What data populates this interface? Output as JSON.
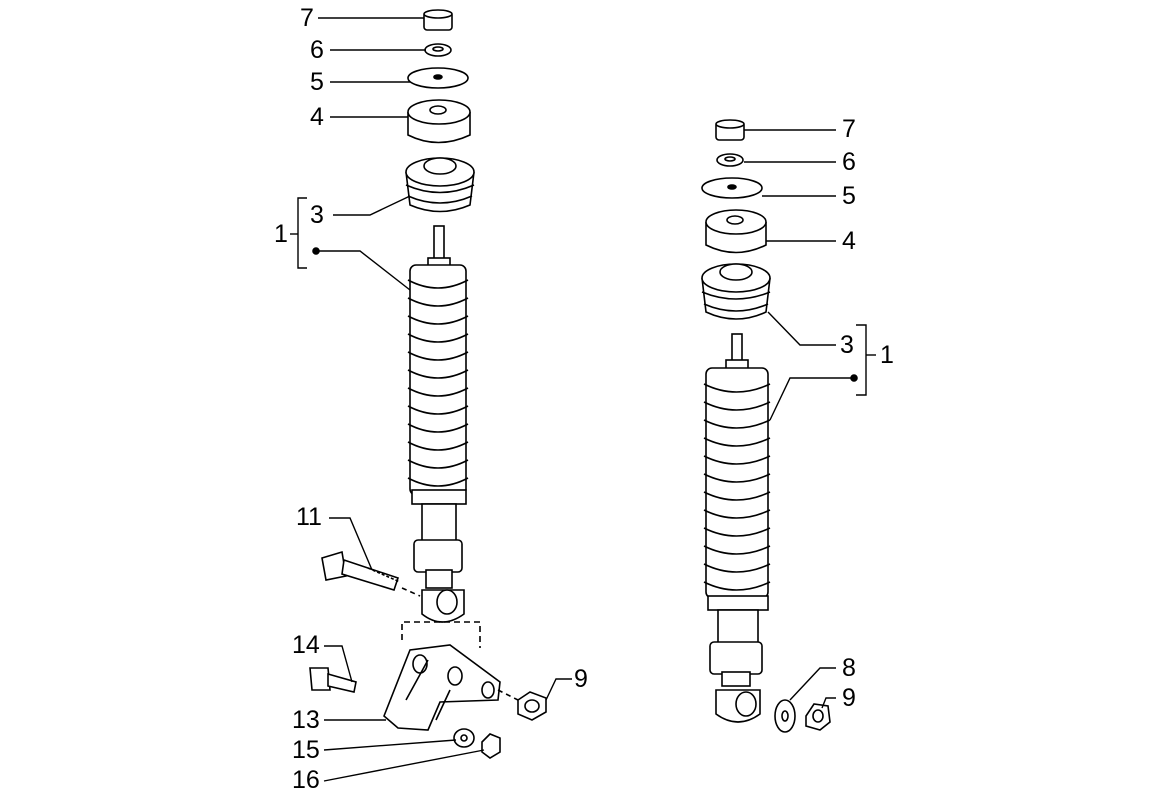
{
  "left_assembly": {
    "labels": [
      "7",
      "6",
      "5",
      "4",
      "3",
      "1",
      "11",
      "14",
      "13",
      "15",
      "16",
      "9"
    ]
  },
  "right_assembly": {
    "labels": [
      "7",
      "6",
      "5",
      "4",
      "3",
      "1",
      "8",
      "9"
    ]
  }
}
